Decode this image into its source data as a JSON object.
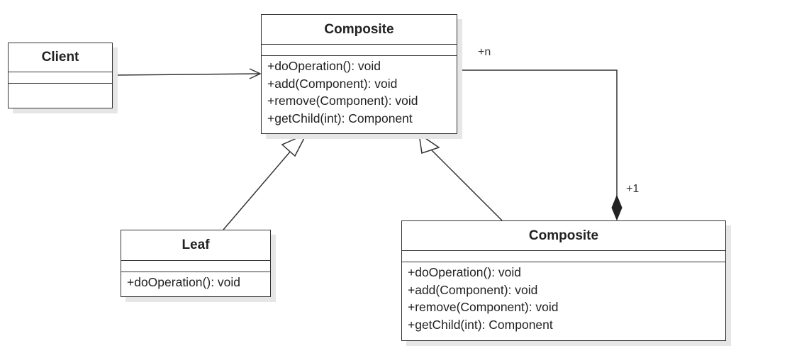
{
  "diagram": {
    "classes": [
      {
        "id": "client",
        "name": "Client",
        "operations": []
      },
      {
        "id": "composite_top",
        "name": "Composite",
        "operations": [
          "+doOperation(): void",
          "+add(Component): void",
          "+remove(Component): void",
          "+getChild(int): Component"
        ]
      },
      {
        "id": "leaf",
        "name": "Leaf",
        "operations": [
          "+doOperation(): void"
        ]
      },
      {
        "id": "composite_bottom",
        "name": "Composite",
        "operations": [
          "+doOperation(): void",
          "+add(Component): void",
          "+remove(Component): void",
          "+getChild(int): Component"
        ]
      }
    ],
    "relations": [
      {
        "type": "association",
        "from": "client",
        "to": "composite_top"
      },
      {
        "type": "generalization",
        "from": "leaf",
        "to": "composite_top"
      },
      {
        "type": "generalization",
        "from": "composite_bottom",
        "to": "composite_top"
      },
      {
        "type": "composition",
        "from": "composite_top",
        "to": "composite_bottom",
        "source_multiplicity": "+n",
        "target_multiplicity": "+1"
      }
    ]
  }
}
